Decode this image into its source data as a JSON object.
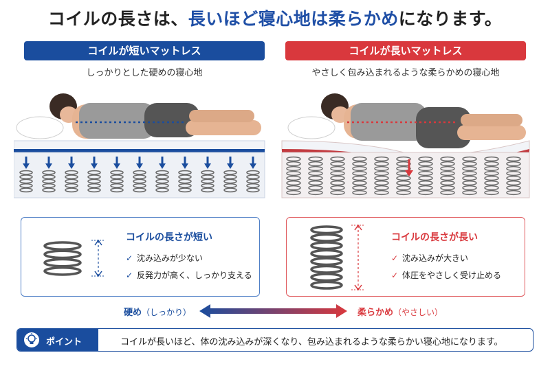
{
  "title": {
    "part1": "コイルの長さは、",
    "highlight": "長いほど寝心地は柔らかめ",
    "part2": "になります。"
  },
  "left": {
    "header": "コイルが短いマットレス",
    "subtitle": "しっかりとした硬めの寝心地",
    "color": "#1a4d9e",
    "box_title": "コイルの長さが短い",
    "features": [
      "沈み込みが少ない",
      "反発力が高く、しっかり支える"
    ]
  },
  "right": {
    "header": "コイルが長いマットレス",
    "subtitle": "やさしく包み込まれるような柔らかめの寝心地",
    "color": "#d9383d",
    "box_title": "コイルの長さが長い",
    "features": [
      "沈み込みが大きい",
      "体圧をやさしく受け止める"
    ]
  },
  "scale": {
    "left_label": "硬め",
    "left_sub": "（しっかり）",
    "right_label": "柔らかめ",
    "right_sub": "（やさしい）"
  },
  "point": {
    "label": "ポイント",
    "icon": "lightbulb-icon",
    "text": "コイルが長いほど、体の沈み込みが深くなり、包み込まれるような柔らかい寝心地になります。"
  }
}
